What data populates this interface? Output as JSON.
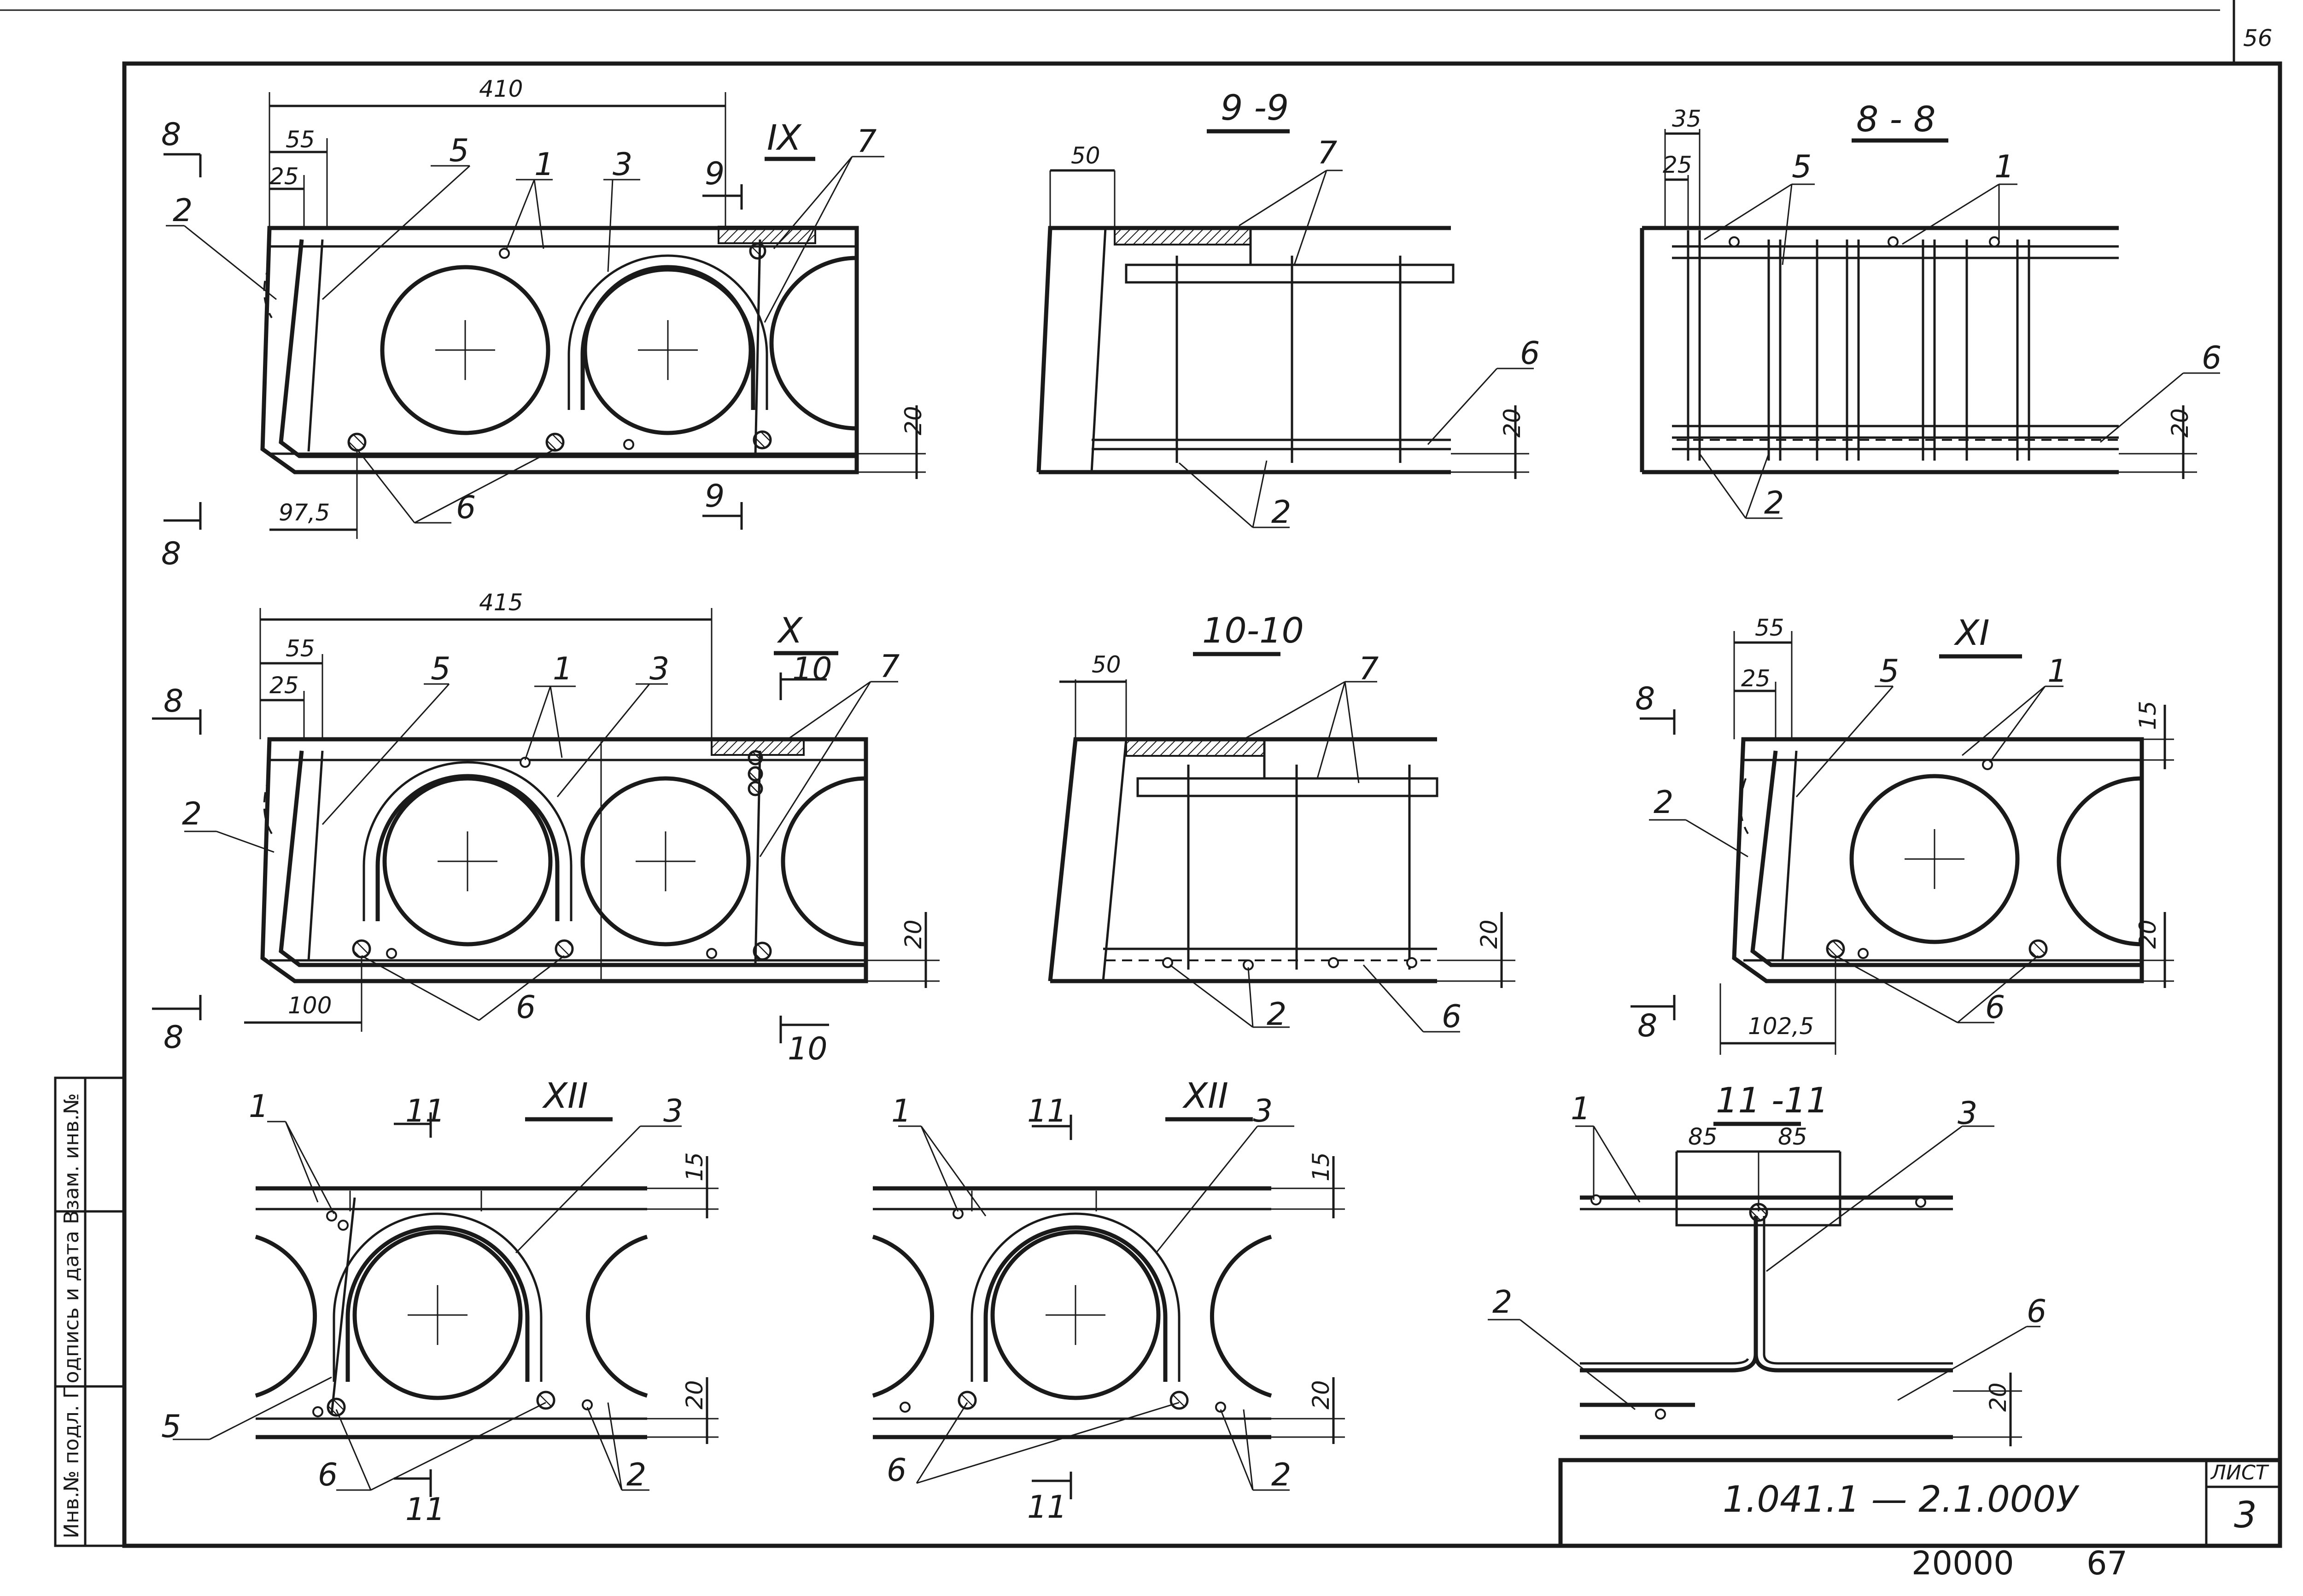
{
  "sheet": {
    "corner_number": "56",
    "designation": "1.041.1 — 2.1.000У",
    "sheet_label": "ЛИСТ",
    "sheet_number": "3",
    "footer_left": "20000",
    "footer_right": "67",
    "side_stamp": "Инв.№ подл.  Подпись и дата  Взам. инв.№"
  },
  "views": {
    "ix": {
      "title": "IX",
      "overall": "410",
      "d55": "55",
      "d25": "25",
      "d97": "97,5",
      "d20": "20",
      "cut_top": "9",
      "cut_bot": "9",
      "cut8_top": "8",
      "cut8_bot": "8"
    },
    "s99": {
      "title": "9 -9",
      "d50": "50",
      "d20": "20"
    },
    "s88": {
      "title": "8 - 8",
      "d35": "35",
      "d25": "25",
      "d20": "20"
    },
    "x": {
      "title": "X",
      "overall": "415",
      "d55": "55",
      "d25": "25",
      "d100": "100",
      "d20": "20",
      "cut_top": "10",
      "cut_bot": "10",
      "cut8_top": "8",
      "cut8_bot": "8"
    },
    "s1010": {
      "title": "10-10",
      "d50": "50",
      "d20": "20"
    },
    "xi": {
      "title": "XI",
      "d55": "55",
      "d25": "25",
      "d1025": "102,5",
      "d15": "15",
      "d20": "20",
      "cut8_top": "8",
      "cut8_bot": "8"
    },
    "xii_a": {
      "title": "XII",
      "d15": "15",
      "d20": "20",
      "cut_top": "11",
      "cut_bot": "11"
    },
    "xii_b": {
      "title": "XII",
      "d15": "15",
      "d20": "20",
      "cut_top": "11",
      "cut_bot": "11"
    },
    "s1111": {
      "title": "11 -11",
      "d85a": "85",
      "d85b": "85",
      "d20": "20"
    }
  },
  "callouts": {
    "n1": "1",
    "n2": "2",
    "n3": "3",
    "n5": "5",
    "n6": "6",
    "n7": "7"
  }
}
